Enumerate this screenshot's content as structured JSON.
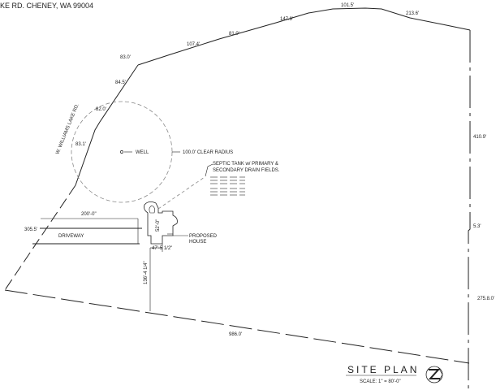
{
  "header": {
    "address": "KE RD. CHENEY, WA  99004"
  },
  "boundary_labels": [
    "83.0'",
    "107.4'",
    "81.0'",
    "147.9'",
    "101.5'",
    "213.6'",
    "410.9'",
    "5.3'",
    "275.8.0'",
    "986.0'",
    "305.5'",
    "83.1'",
    "82.0'",
    "84.5'"
  ],
  "road_label": "W. WILLIAMS LAKE RD.",
  "well": {
    "label": "WELL",
    "radius_label": "100.0' CLEAR RADIUS"
  },
  "septic": {
    "label_line1": "SEPTIC TANK w/ PRIMARY &",
    "label_line2": "SECONDARY DRAIN FIELDS."
  },
  "driveway": {
    "label": "DRIVEWAY",
    "length_label": "200'-0\""
  },
  "house": {
    "label_line1": "PROPOSED",
    "label_line2": "HOUSE",
    "depth_label": "52'-0\"",
    "setback_label": "47'-5 1/2\"",
    "rear_setback_label": "136'-4 1/4\""
  },
  "title_block": {
    "title": "SITE PLAN",
    "scale": "SCALE:  1\" = 80'-0\"",
    "north_arrow": "north-arrow-icon"
  }
}
